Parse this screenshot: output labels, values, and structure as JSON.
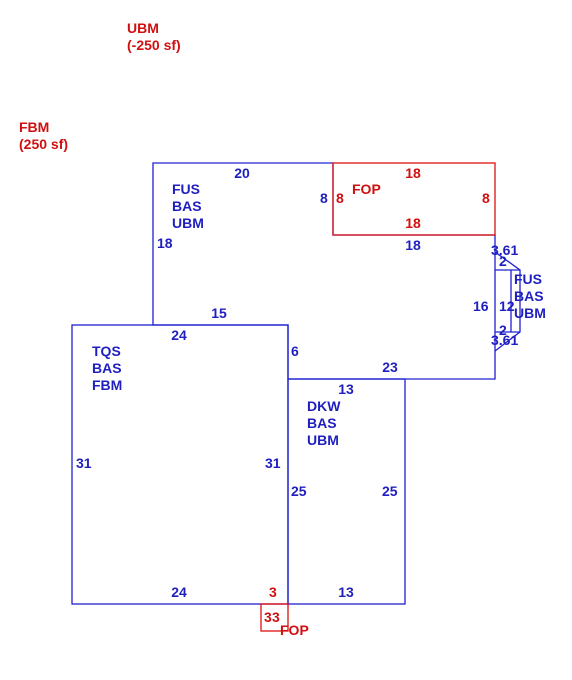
{
  "colors": {
    "main": "#1f1fbf",
    "accent": "#d01010"
  },
  "legend": [
    {
      "code": "UBM",
      "area": "(-250 sf)"
    },
    {
      "code": "FBM",
      "area": "(250 sf)"
    }
  ],
  "areas": {
    "upper": {
      "codes": [
        "FUS",
        "BAS",
        "UBM"
      ]
    },
    "porch_top": {
      "code": "FOP"
    },
    "left": {
      "codes": [
        "TQS",
        "BAS",
        "FBM"
      ]
    },
    "garage": {
      "codes": [
        "DKW",
        "BAS",
        "UBM"
      ]
    },
    "bay": {
      "codes": [
        "FUS",
        "BAS",
        "UBM"
      ]
    },
    "porch_bottom": {
      "code": "FOP"
    }
  },
  "dims": {
    "upper_top": "20",
    "upper_left": "18",
    "upper_inner_left": "8",
    "upper_bottom": "15",
    "upper_step_bottom": "18",
    "upper_lower_right": "23",
    "upper_step_right": "6",
    "porch_top": "18",
    "porch_bottom": "18",
    "porch_left": "8",
    "porch_right": "8",
    "bay_top": "3.61",
    "bay_bottom": "3.61",
    "bay_upper_side": "2",
    "bay_lower_side": "2",
    "bay_wall": "16",
    "bay_front": "12",
    "left_top": "24",
    "left_bottom": "24",
    "left_left": "31",
    "left_right": "31",
    "garage_top": "13",
    "garage_bottom": "13",
    "garage_left": "25",
    "garage_right": "25",
    "small_porch_bottom": "3",
    "small_porch_left": "3",
    "small_porch_right": "3"
  }
}
